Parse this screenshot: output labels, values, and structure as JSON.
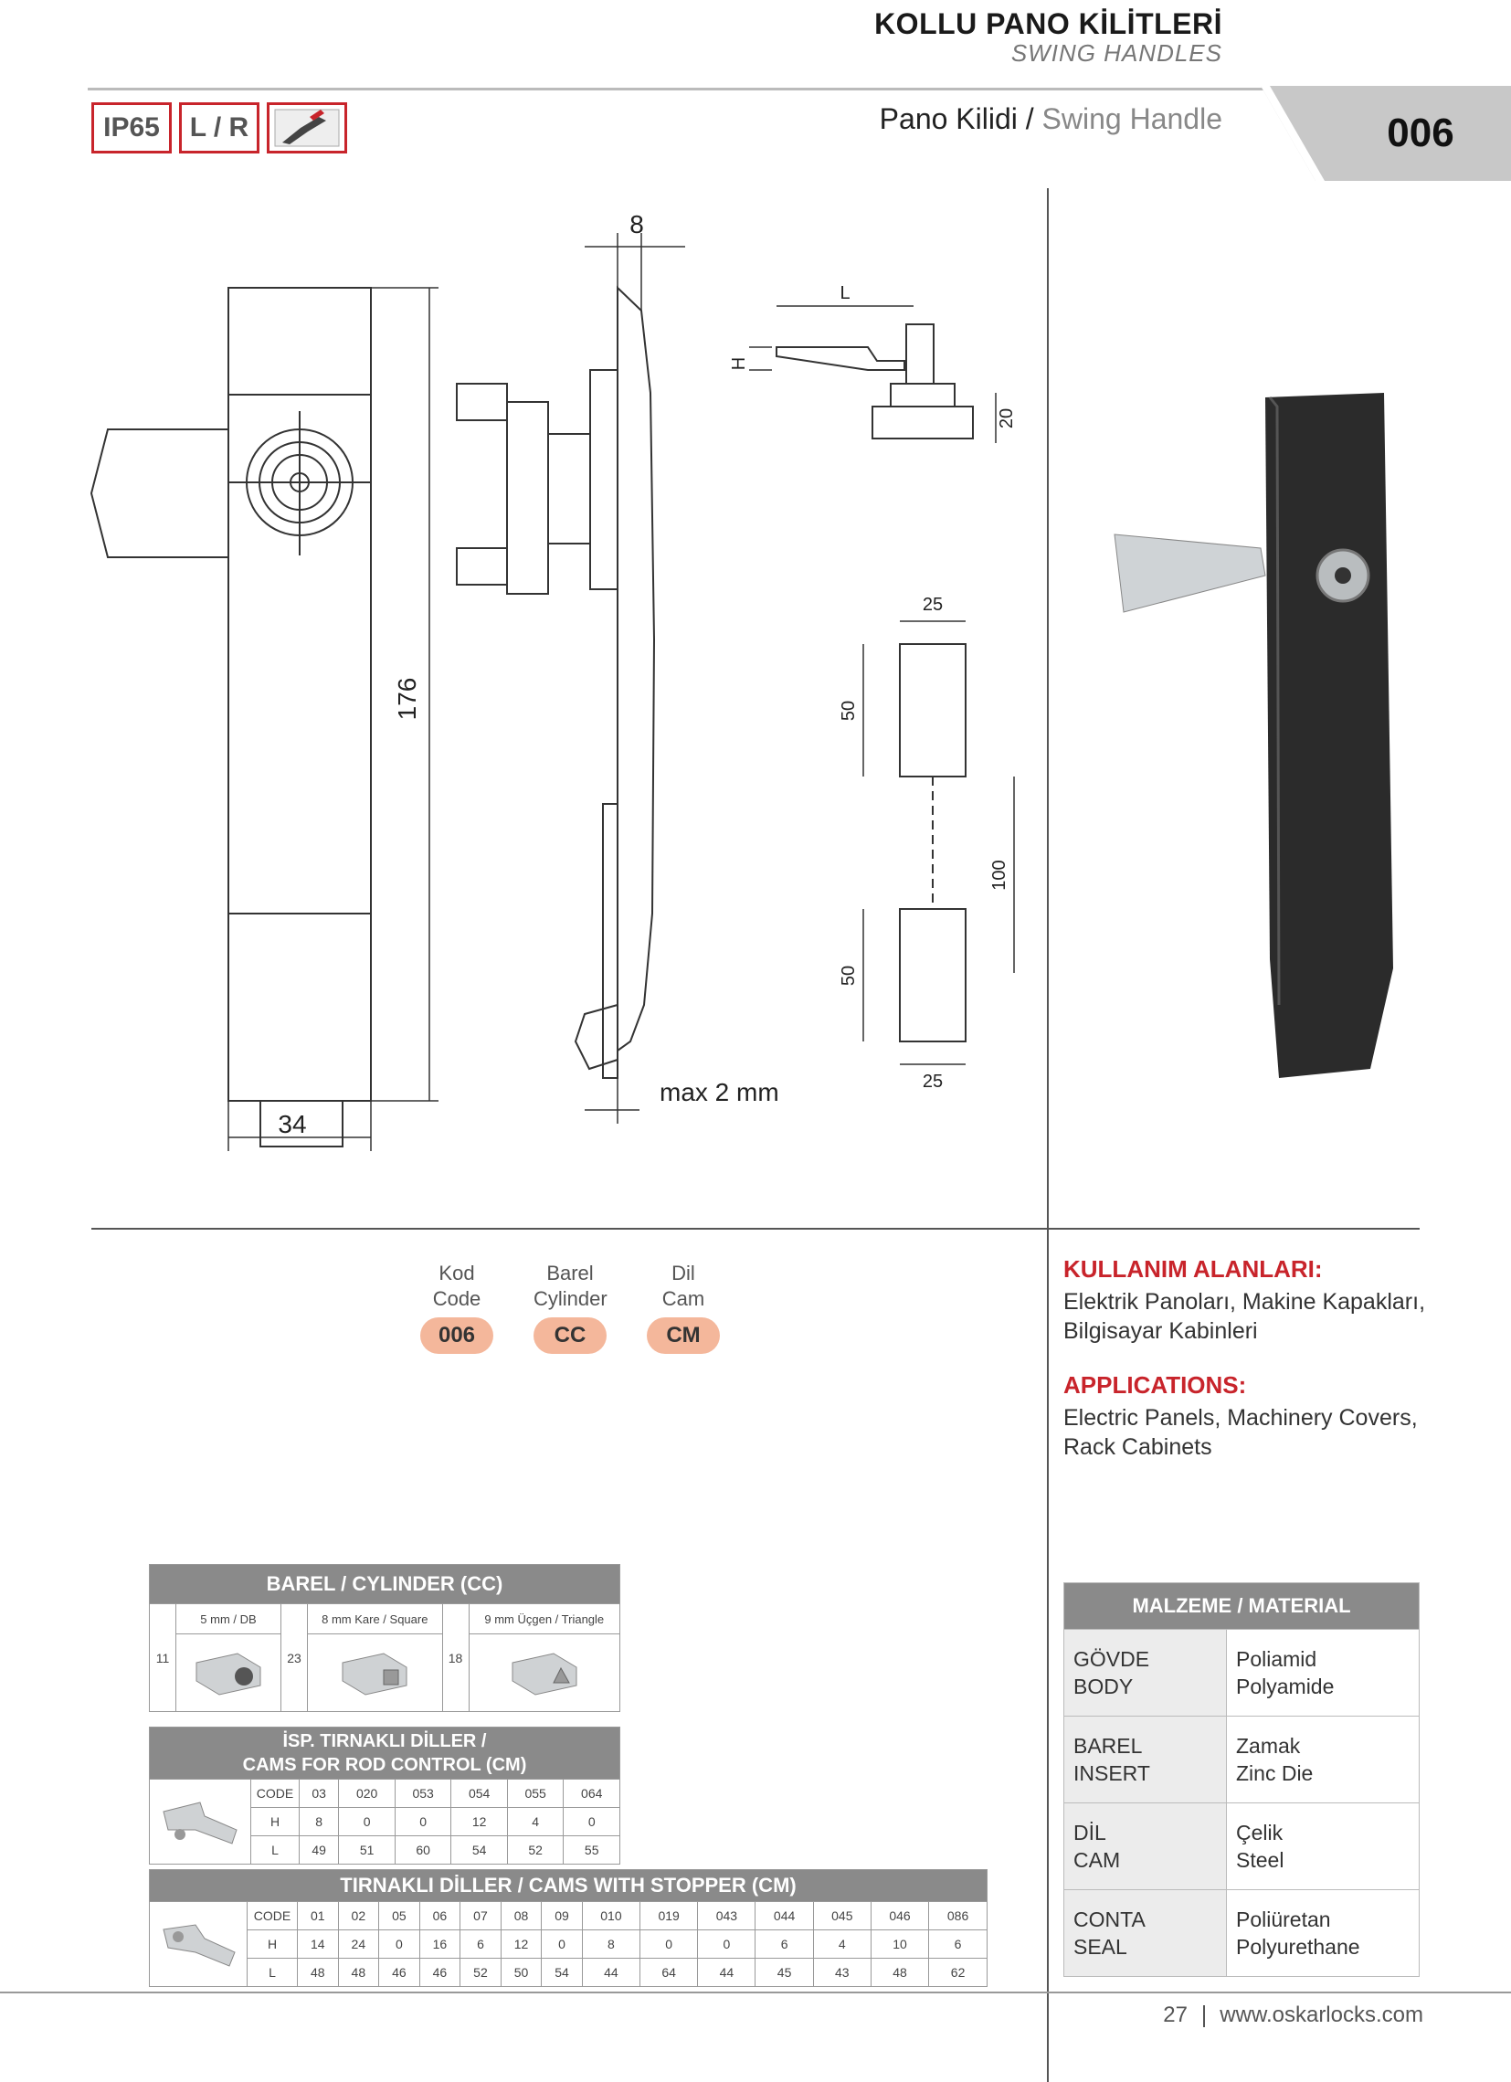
{
  "header": {
    "title_tr": "KOLLU PANO KİLİTLERİ",
    "title_en": "SWING HANDLES",
    "badges": [
      "IP65",
      "L / R"
    ],
    "product_tr": "Pano Kilidi",
    "product_sep": " / ",
    "product_en": "Swing Handle",
    "code": "006"
  },
  "drawing": {
    "dims": {
      "width": "34",
      "height": "176",
      "depth": "8",
      "max": "max 2 mm",
      "L": "L",
      "H": "H",
      "d20": "20",
      "w25a": "25",
      "h50a": "50",
      "d100": "100",
      "h50b": "50",
      "w25b": "25"
    }
  },
  "order_code": {
    "columns": [
      {
        "label_tr": "Kod",
        "label_en": "Code",
        "value": "006"
      },
      {
        "label_tr": "Barel",
        "label_en": "Cylinder",
        "value": "CC"
      },
      {
        "label_tr": "Dil",
        "label_en": "Cam",
        "value": "CM"
      }
    ]
  },
  "usage": {
    "title_tr": "KULLANIM ALANLARI:",
    "line1_tr": "Elektrik Panoları, Makine Kapakları,",
    "line2_tr": "Bilgisayar Kabinleri",
    "title_en": "APPLICATIONS:",
    "line1_en": "Electric Panels, Machinery Covers,",
    "line2_en": "Rack Cabinets"
  },
  "cylinder_table": {
    "title": "BAREL / CYLINDER (CC)",
    "options": [
      {
        "code": "11",
        "label": "5 mm / DB"
      },
      {
        "code": "23",
        "label": "8 mm Kare / Square"
      },
      {
        "code": "18",
        "label": "9 mm Üçgen / Triangle"
      }
    ]
  },
  "rod_cams": {
    "title1": "İSP. TIRNAKLI DİLLER /",
    "title2": "CAMS FOR ROD CONTROL (CM)",
    "code_label": "CODE",
    "h_label": "H",
    "l_label": "L",
    "codes": [
      "03",
      "020",
      "053",
      "054",
      "055",
      "064"
    ],
    "H": [
      "8",
      "0",
      "0",
      "12",
      "4",
      "0"
    ],
    "L": [
      "49",
      "51",
      "60",
      "54",
      "52",
      "55"
    ]
  },
  "stopper_cams": {
    "title": "TIRNAKLI DİLLER / CAMS WITH STOPPER (CM)",
    "code_label": "CODE",
    "h_label": "H",
    "l_label": "L",
    "codes": [
      "01",
      "02",
      "05",
      "06",
      "07",
      "08",
      "09",
      "010",
      "019",
      "043",
      "044",
      "045",
      "046",
      "086"
    ],
    "H": [
      "14",
      "24",
      "0",
      "16",
      "6",
      "12",
      "0",
      "8",
      "0",
      "0",
      "6",
      "4",
      "10",
      "6"
    ],
    "L": [
      "48",
      "48",
      "46",
      "46",
      "52",
      "50",
      "54",
      "44",
      "64",
      "44",
      "45",
      "43",
      "48",
      "62"
    ]
  },
  "material": {
    "title": "MALZEME / MATERIAL",
    "rows": [
      {
        "part_tr": "GÖVDE",
        "part_en": "BODY",
        "mat_tr": "Poliamid",
        "mat_en": "Polyamide"
      },
      {
        "part_tr": "BAREL",
        "part_en": "INSERT",
        "mat_tr": "Zamak",
        "mat_en": "Zinc Die"
      },
      {
        "part_tr": "DİL",
        "part_en": "CAM",
        "mat_tr": "Çelik",
        "mat_en": "Steel"
      },
      {
        "part_tr": "CONTA",
        "part_en": "SEAL",
        "mat_tr": "Poliüretan",
        "mat_en": "Polyurethane"
      }
    ]
  },
  "footer": {
    "page": "27",
    "url": "www.oskarlocks.com"
  }
}
